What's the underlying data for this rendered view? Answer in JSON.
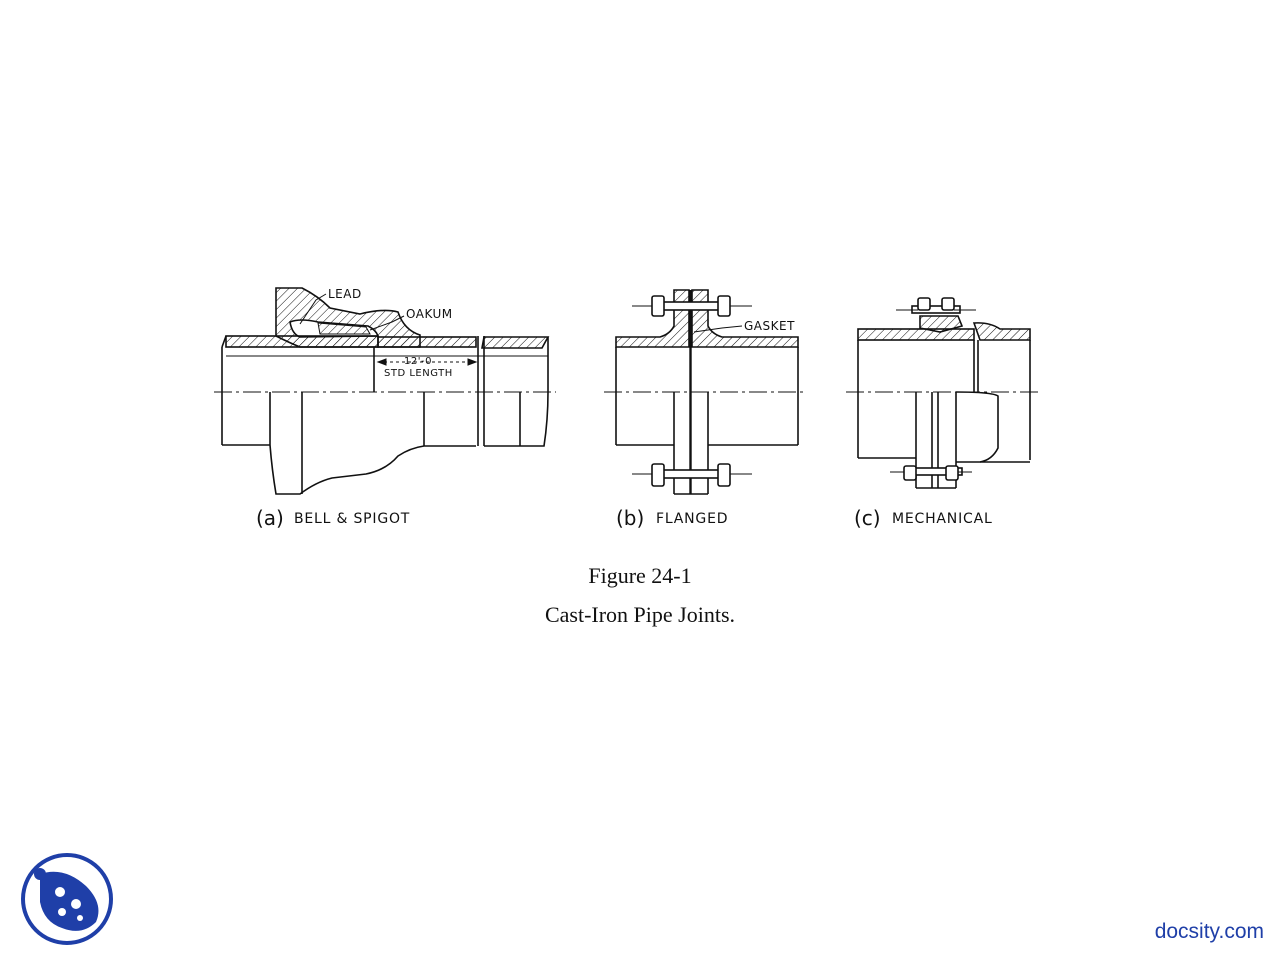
{
  "labels": {
    "lead": "LEAD",
    "oakum": "OAKUM",
    "length_value": "12'-0",
    "length_note": "STD LENGTH",
    "gasket": "GASKET"
  },
  "subfigures": [
    {
      "letter": "(a)",
      "name": "BELL & SPIGOT"
    },
    {
      "letter": "(b)",
      "name": "FLANGED"
    },
    {
      "letter": "(c)",
      "name": "MECHANICAL"
    }
  ],
  "caption": {
    "number": "Figure 24-1",
    "title": "Cast-Iron Pipe Joints."
  },
  "brand": {
    "text": "docsity.com",
    "color": "#1f3fa8"
  },
  "colors": {
    "ink": "#111111",
    "logo": "#1f3fa8"
  }
}
